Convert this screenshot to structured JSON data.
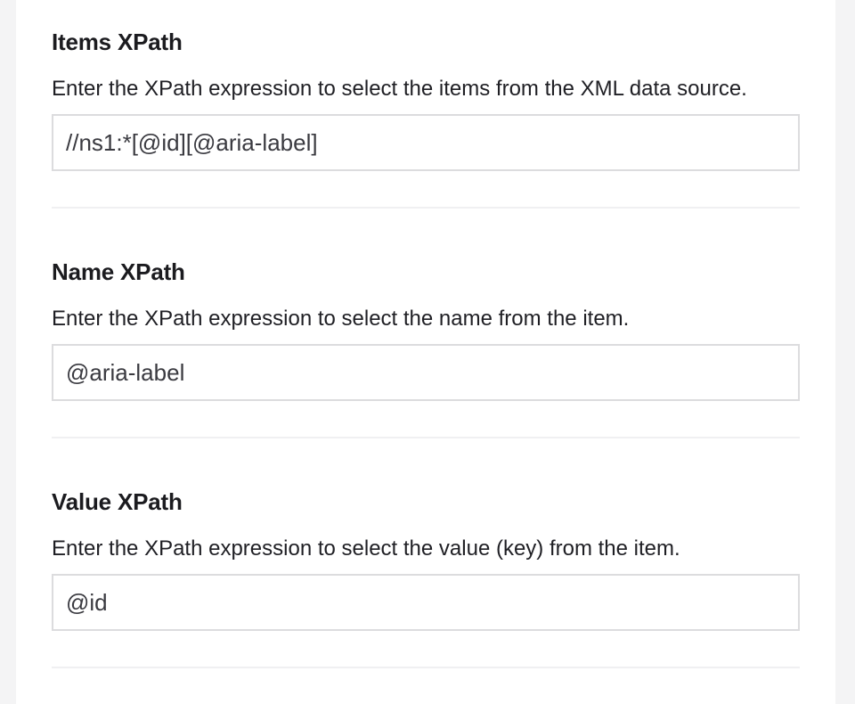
{
  "fields": [
    {
      "label": "Items XPath",
      "help": "Enter the XPath expression to select the items from the XML data source.",
      "value": "//ns1:*[@id][@aria-label]"
    },
    {
      "label": "Name XPath",
      "help": "Enter the XPath expression to select the name from the item.",
      "value": "@aria-label"
    },
    {
      "label": "Value XPath",
      "help": "Enter the XPath expression to select the value (key) from the item.",
      "value": "@id"
    }
  ]
}
